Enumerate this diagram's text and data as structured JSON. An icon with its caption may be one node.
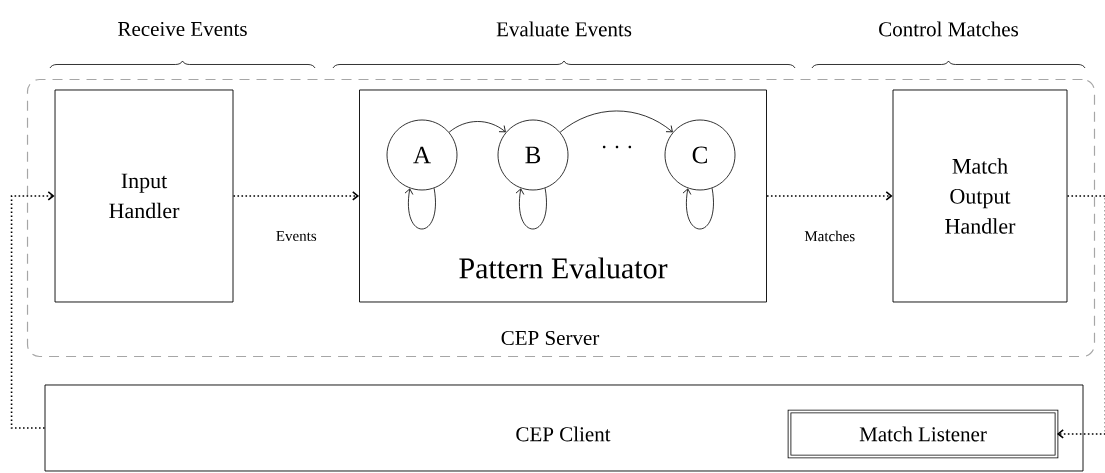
{
  "diagram": {
    "nodes": [
      {
        "text": [
          "CEP Server"
        ]
      },
      {
        "text": [
          "Input Handler"
        ],
        "in": 0
      },
      {
        "text": [
          "Pattern Evaluator"
        ],
        "in": 0
      },
      {
        "text": [
          "A"
        ],
        "in": 2
      },
      {
        "text": [
          "B"
        ],
        "in": 2
      },
      {
        "text": [
          "C"
        ],
        "in": 2
      },
      {
        "text": [
          "Match Output Handler"
        ],
        "in": 0
      },
      {
        "text": [
          "CEP Client"
        ]
      },
      {
        "text": [
          "Match Listener"
        ],
        "in": 7
      }
    ],
    "edges": [
      {
        "from": 1,
        "to": 2,
        "arrow": "to",
        "label": "Events",
        "style": "dashed"
      },
      {
        "from": 2,
        "to": 6,
        "arrow": "to",
        "label": "Matches",
        "style": "dashed"
      },
      {
        "from": 6,
        "to": 8,
        "arrow": "to",
        "style": "dashed"
      },
      {
        "from": 7,
        "to": 1,
        "arrow": "to",
        "style": "dashed"
      },
      {
        "from": 3,
        "to": 4,
        "arrow": "to"
      },
      {
        "from": 4,
        "to": 5,
        "arrow": "to"
      },
      {
        "from": 3,
        "to": 3,
        "arrow": "to"
      },
      {
        "from": 4,
        "to": 4,
        "arrow": "to"
      },
      {
        "from": 5,
        "to": 5,
        "arrow": "to"
      }
    ],
    "labels": [
      "Receive Events",
      "Evaluate Events",
      "Control Matches",
      "· · ·"
    ]
  }
}
